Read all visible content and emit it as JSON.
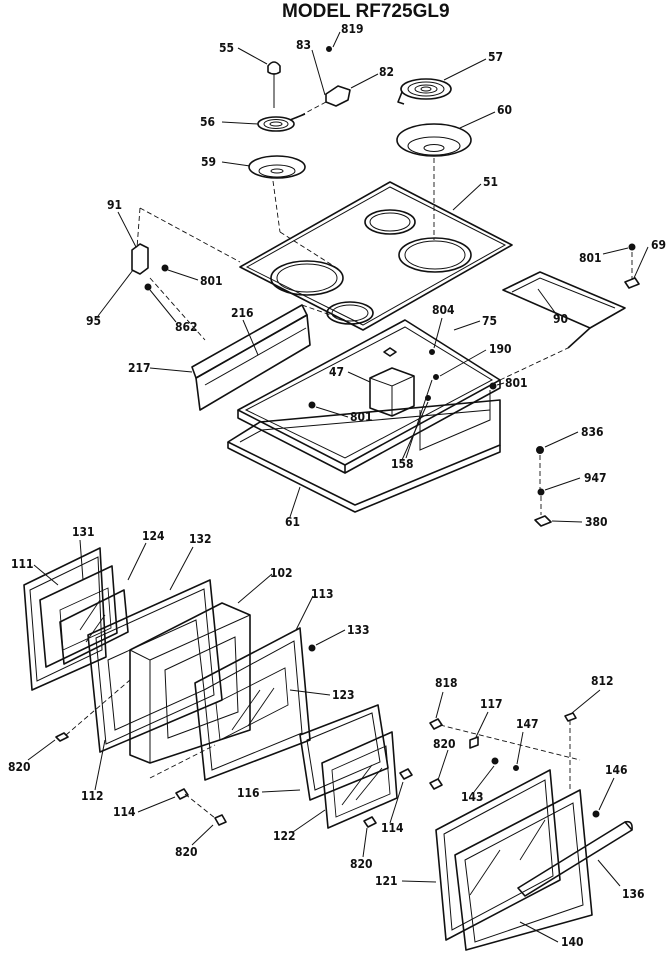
{
  "title": "MODEL RF725GL9",
  "callouts": [
    "55",
    "83",
    "819",
    "82",
    "57",
    "56",
    "60",
    "59",
    "51",
    "91",
    "801",
    "95",
    "862",
    "801",
    "69",
    "90",
    "216",
    "804",
    "75",
    "217",
    "190",
    "47",
    "801",
    "801",
    "158",
    "61",
    "836",
    "947",
    "380",
    "131",
    "124",
    "132",
    "111",
    "102",
    "113",
    "133",
    "123",
    "818",
    "117",
    "812",
    "147",
    "820",
    "820",
    "112",
    "114",
    "116",
    "143",
    "146",
    "122",
    "114",
    "820",
    "820",
    "121",
    "136",
    "140"
  ]
}
